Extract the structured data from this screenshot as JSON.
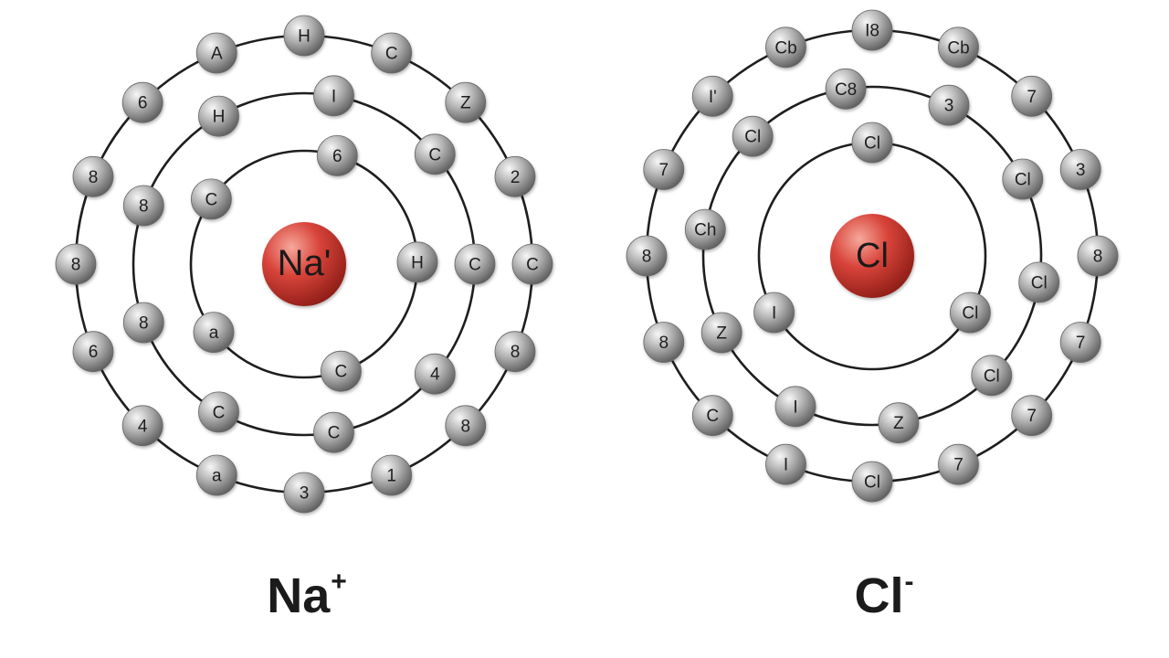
{
  "atoms": [
    {
      "id": "na",
      "nucleus_label": "Na'",
      "caption": {
        "symbol": "Na",
        "charge": "+"
      },
      "shells": [
        [
          "C",
          "6",
          "H",
          "C",
          "a"
        ],
        [
          "8",
          "H",
          "I",
          "C",
          "C",
          "4",
          "C",
          "C",
          "8"
        ],
        [
          "H",
          "C",
          "Z",
          "2",
          "C",
          "8",
          "8",
          "1",
          "3",
          "a",
          "4",
          "6",
          "8",
          "8",
          "6",
          "A"
        ]
      ]
    },
    {
      "id": "cl",
      "nucleus_label": "Cl",
      "caption": {
        "symbol": "Cl",
        "charge": "-"
      },
      "shells": [
        [
          "Cl",
          "Cl",
          "I"
        ],
        [
          "Cl",
          "C8",
          "3",
          "Cl",
          "Cl",
          "Cl",
          "Z",
          "I",
          "Z",
          "Ch"
        ],
        [
          "I8",
          "Cb",
          "7",
          "3",
          "8",
          "7",
          "7",
          "7",
          "Cl",
          "I",
          "C",
          "8",
          "8",
          "7",
          "I'",
          "Cb"
        ]
      ]
    }
  ],
  "colors": {
    "nucleus": "#d23a30",
    "electron": "#8f8f8f",
    "orbit": "#1e1e1e",
    "text": "#1b1b1b"
  }
}
